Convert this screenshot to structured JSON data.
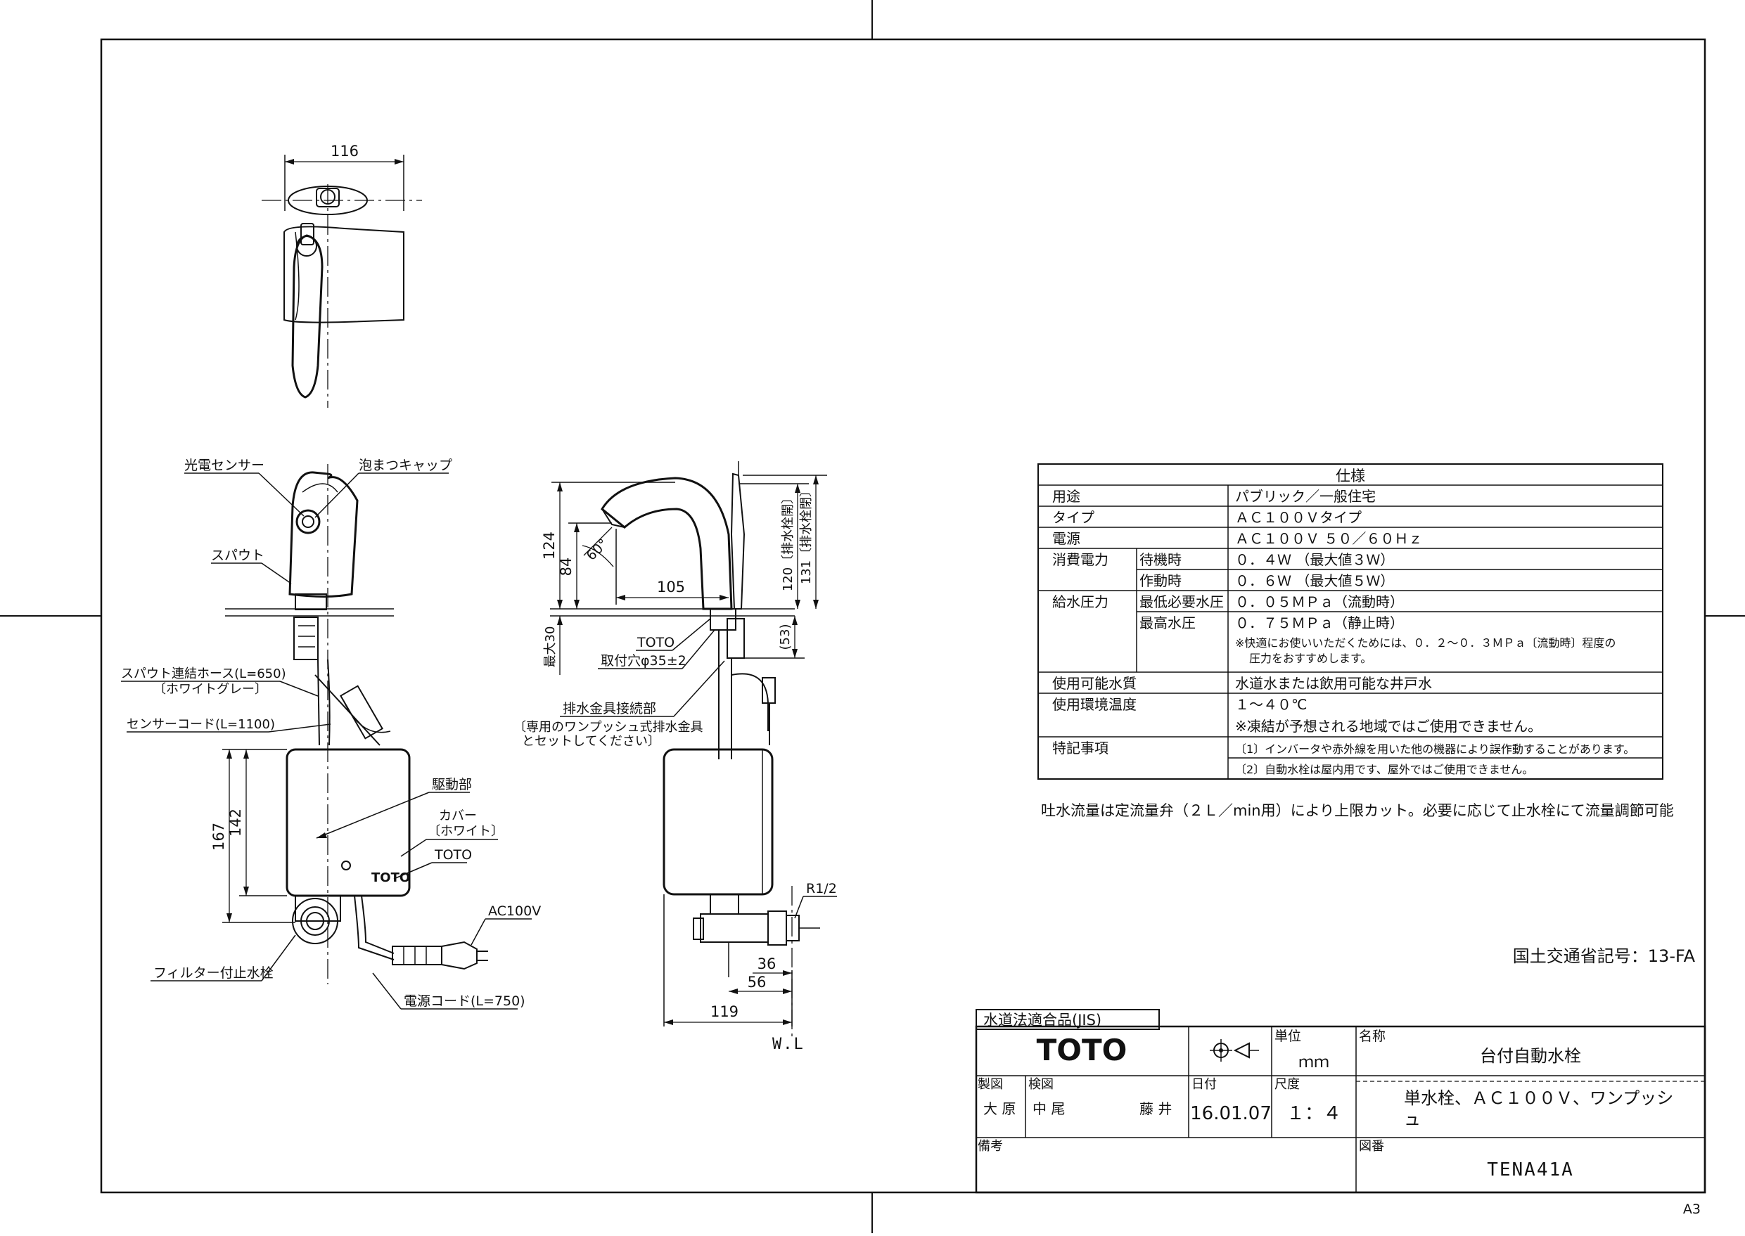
{
  "labels": {
    "sensor": "光電センサー",
    "aerator_cap": "泡まつキャップ",
    "spout": "スパウト",
    "spout_hose": "スパウト連結ホース(L=650)",
    "spout_hose_color": "〔ホワイトグレー〕",
    "sensor_cord": "センサーコード(L=1100)",
    "drive_unit": "駆動部",
    "cover": "カバー",
    "cover_color": "〔ホワイト〕",
    "toto": "TOTO",
    "ac100v": "AC100V",
    "filter_valve": "フィルター付止水栓",
    "power_cord": "電源コード(L=750)",
    "drain_joint": "排水金具接続部",
    "drain_note1": "〔専用のワンプッシュ式排水金具",
    "drain_note2": "とセットしてください〕",
    "mount_hole": "取付穴φ35±2",
    "r12": "R1/2",
    "wl": "W.L",
    "max30": "最大30",
    "angle60": "60°",
    "logo_small": "TOTO"
  },
  "dims": {
    "d116": "116",
    "d124": "124",
    "d84": "84",
    "d105": "105",
    "d120": "120〔排水栓開〕",
    "d131": "131〔排水栓閉〕",
    "d53": "(53)",
    "d167": "167",
    "d142": "142",
    "d36": "36",
    "d56": "56",
    "d119": "119"
  },
  "spec": {
    "title": "仕様",
    "rows": [
      {
        "k": "用途",
        "v": "パブリック／一般住宅"
      },
      {
        "k": "タイプ",
        "v": "ＡＣ１００Ｖタイプ"
      },
      {
        "k": "電源",
        "v": "ＡＣ１００Ｖ ５０／６０Ｈｚ"
      },
      {
        "k": "消費電力",
        "k2": "待機時",
        "v": "０．４Ｗ （最大値３Ｗ）"
      },
      {
        "k2": "作動時",
        "v": "０．６Ｗ （最大値５Ｗ）"
      },
      {
        "k": "給水圧力",
        "k2": "最低必要水圧",
        "v": "０．０５ＭＰａ（流動時）"
      },
      {
        "k2": "最高水圧",
        "v": "０．７５ＭＰａ（静止時）"
      },
      {
        "v": "※快適にお使いいただくためには、０．２～０．３ＭＰａ〔流動時〕程度の"
      },
      {
        "v": "圧力をおすすめします。"
      },
      {
        "k": "使用可能水質",
        "v": "水道水または飲用可能な井戸水"
      },
      {
        "k": "使用環境温度",
        "v": "１～４０℃"
      },
      {
        "v": "※凍結が予想される地域ではご使用できません。"
      },
      {
        "k": "特記事項",
        "v": "〔1〕インバータや赤外線を用いた他の機器により誤作動することがあります。"
      },
      {
        "v": "〔2〕自動水栓は屋内用です、屋外ではご使用できません。"
      }
    ]
  },
  "flow_note": "吐水流量は定流量弁（２Ｌ／min用）により上限カット。必要に応じて止水栓にて流量調節可能",
  "mlit_code": "国土交通省記号：13-FA",
  "title_block": {
    "jis": "水道法適合品(JIS)",
    "company": "TOTO",
    "unit_label": "単位",
    "unit_value": "ｍｍ",
    "name_label": "名称",
    "name_value": "台付自動水栓",
    "desc_line1": "単水栓、ＡＣ１００Ｖ、ワンプッシ",
    "desc_line2": "ュ",
    "drawn_label": "製図",
    "drawn_name": "大 原",
    "check_label": "検図",
    "check_name1": "中 尾",
    "check_name2": "藤 井",
    "date_label": "日付",
    "date_value": "16.01.07",
    "scale_label": "尺度",
    "scale_value": "１：４",
    "remarks_label": "備考",
    "dwg_label": "図番",
    "dwg_number": "TENA41A"
  },
  "sheet_size": "A3"
}
